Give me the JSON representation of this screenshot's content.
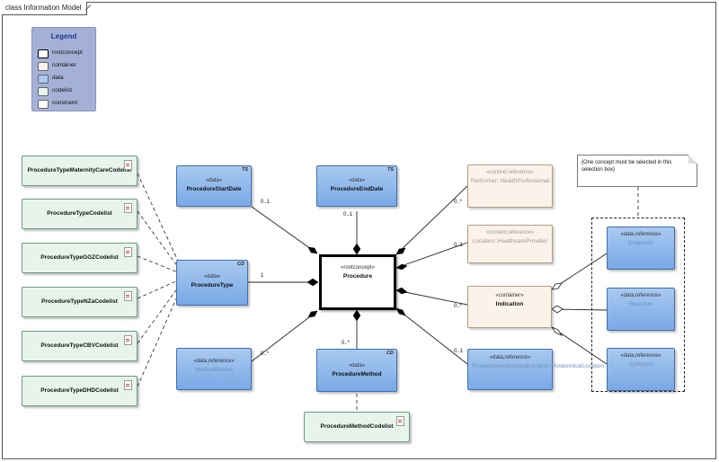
{
  "frame": {
    "title": "class Information Model"
  },
  "legend": {
    "title": "Legend",
    "items": [
      {
        "label": "rootconcept",
        "color": "#ffffff",
        "border": "#000000"
      },
      {
        "label": "container",
        "color": "#fbf3ea",
        "border": "#b49b80"
      },
      {
        "label": "data",
        "color": "#a9c9f0",
        "border": "#3e6fb0"
      },
      {
        "label": "codelist",
        "color": "#e6f4ec",
        "border": "#6c9a7f"
      },
      {
        "label": "constraint",
        "color": "#ffffff",
        "border": "#777777"
      }
    ]
  },
  "root": {
    "stereotype": "«rootconcept»",
    "name": "Procedure"
  },
  "data_nodes": {
    "start": {
      "stereotype": "«data»",
      "name": "ProcedureStartDate",
      "type": "TS"
    },
    "end": {
      "stereotype": "«data»",
      "name": "ProcedureEndDate",
      "type": "TS"
    },
    "type": {
      "stereotype": "«data»",
      "name": "ProcedureType",
      "type": "CD"
    },
    "device": {
      "stereotype": "«data,reference»",
      "name": "MedicalDevice"
    },
    "method": {
      "stereotype": "«data»",
      "name": "ProcedureMethod",
      "type": "CD"
    },
    "anat": {
      "stereotype": "«data,reference»",
      "name": "ProcedureAnatomicalLocation::AnatomicalLocation"
    },
    "diagnosis": {
      "stereotype": "«data,reference»",
      "name": "Diagnosis"
    },
    "reaction": {
      "stereotype": "«data,reference»",
      "name": "Reaction"
    },
    "symptom": {
      "stereotype": "«data,reference»",
      "name": "Symptom"
    }
  },
  "containers": {
    "performer": {
      "stereotype": "«context,reference»",
      "name": "Performer::HealthProfessional"
    },
    "location": {
      "stereotype": "«context,reference»",
      "name": "Location::HealthcareProvider"
    },
    "indication": {
      "stereotype": "«container»",
      "name": "Indication"
    }
  },
  "codelists": [
    "ProcedureTypeMaternityCareCodelist",
    "ProcedureTypeCodelist",
    "ProcedureTypeGGZCodelist",
    "ProcedureTypeNZaCodelist",
    "ProcedureTypeCBVCodelist",
    "ProcedureTypeDHDCodelist"
  ],
  "method_codelist": "ProcedureMethodCodelist",
  "multiplicities": {
    "start": "0..1",
    "end": "0..1",
    "type": "1",
    "device": "0..*",
    "method": "0..*",
    "performer": "0..*",
    "location": "0..1",
    "indication": "0..*",
    "anat": "0..1"
  },
  "note": {
    "text": "{One concept must be selected in this selection box}"
  }
}
